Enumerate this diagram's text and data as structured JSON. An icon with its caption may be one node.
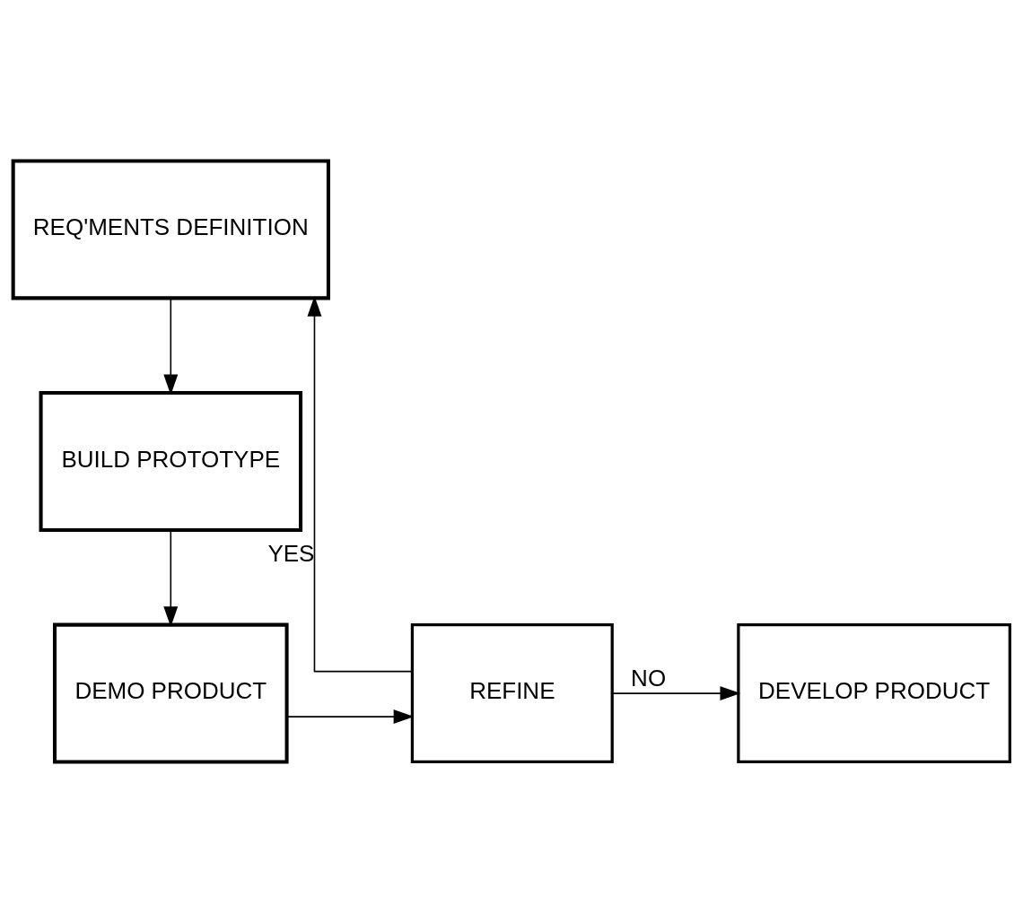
{
  "diagram": {
    "nodes": [
      {
        "text": [
          "REQ'MENTS DEFINITION"
        ]
      },
      {
        "text": [
          "BUILD PROTOTYPE"
        ]
      },
      {
        "text": [
          "DEMO PRODUCT"
        ]
      },
      {
        "text": [
          "REFINE"
        ]
      },
      {
        "text": [
          "DEVELOP PRODUCT"
        ]
      }
    ],
    "edges": [
      {
        "from": 0,
        "to": 1,
        "arrow": "to"
      },
      {
        "from": 1,
        "to": 2,
        "arrow": "to"
      },
      {
        "from": 2,
        "to": 3,
        "arrow": "to"
      },
      {
        "from": 3,
        "to": 0,
        "arrow": "to",
        "label": "YES"
      },
      {
        "from": 3,
        "to": 4,
        "arrow": "to",
        "label": "NO"
      }
    ]
  }
}
